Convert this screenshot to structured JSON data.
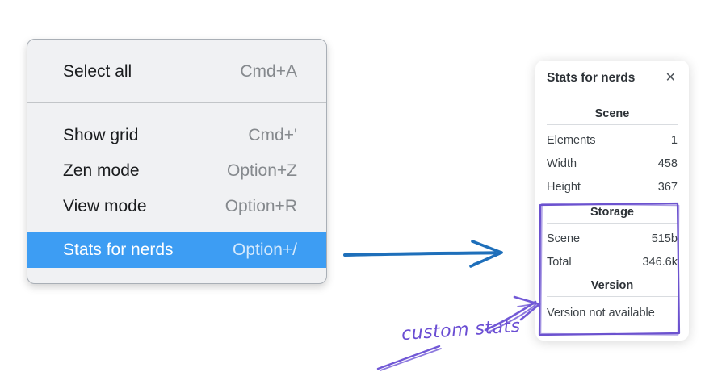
{
  "page": {
    "background": "#ffffff"
  },
  "context_menu": {
    "items": [
      {
        "label": "Select all",
        "shortcut": "Cmd+A"
      },
      {
        "label": "Show grid",
        "shortcut": "Cmd+'"
      },
      {
        "label": "Zen mode",
        "shortcut": "Option+Z"
      },
      {
        "label": "View mode",
        "shortcut": "Option+R"
      },
      {
        "label": "Stats for nerds",
        "shortcut": "Option+/"
      }
    ],
    "selected_item": "Stats for nerds",
    "highlight_color": "#3d9df3"
  },
  "stats_panel": {
    "title": "Stats for nerds",
    "sections": [
      {
        "heading": "Scene",
        "rows": [
          {
            "label": "Elements",
            "value": "1"
          },
          {
            "label": "Width",
            "value": "458"
          },
          {
            "label": "Height",
            "value": "367"
          }
        ]
      },
      {
        "heading": "Storage",
        "rows": [
          {
            "label": "Scene",
            "value": "515b"
          },
          {
            "label": "Total",
            "value": "346.6k"
          }
        ]
      },
      {
        "heading": "Version",
        "note": "Version not available"
      }
    ]
  },
  "annotations": {
    "custom_stats_label": "custom stats",
    "blue_arrow_color": "#1e6fba",
    "purple_color": "#7158d6"
  },
  "icons": {
    "close": "✕"
  }
}
